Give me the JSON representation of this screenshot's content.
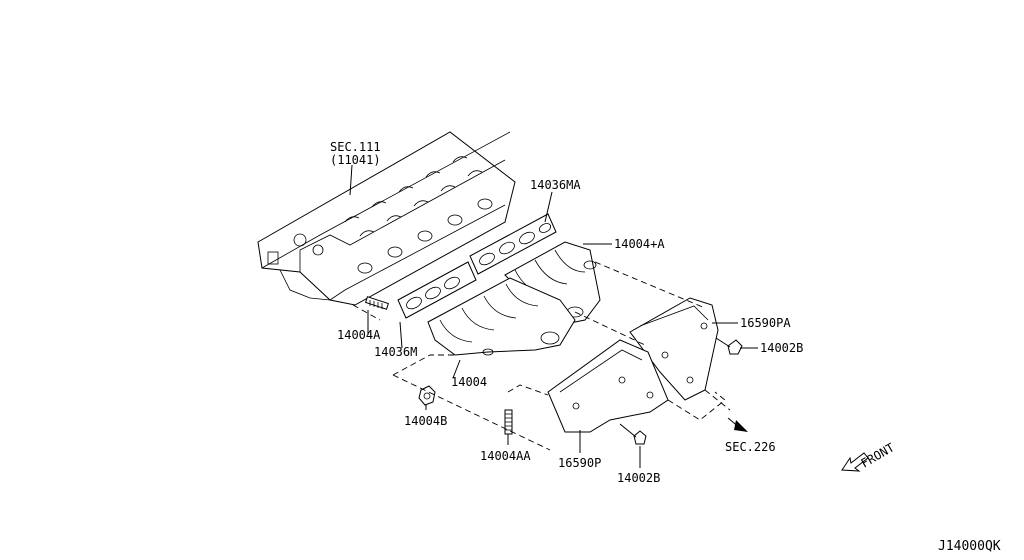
{
  "callouts": {
    "sec111": "SEC.111",
    "sec111_sub": "(11041)",
    "p14036MA": "14036MA",
    "p14004plusA": "14004+A",
    "p16590PA": "16590PA",
    "p14002B_right": "14002B",
    "p14004A": "14004A",
    "p14036M": "14036M",
    "p14004": "14004",
    "p14004B": "14004B",
    "p14004AA": "14004AA",
    "p16590P": "16590P",
    "p14002B_bottom": "14002B",
    "sec226": "SEC.226",
    "front": "FRONT"
  },
  "figure_code": "J14000QK",
  "icons": {
    "front_arrow": "arrow-left-down-icon",
    "sec226_arrow": "arrow-right-down-icon"
  }
}
